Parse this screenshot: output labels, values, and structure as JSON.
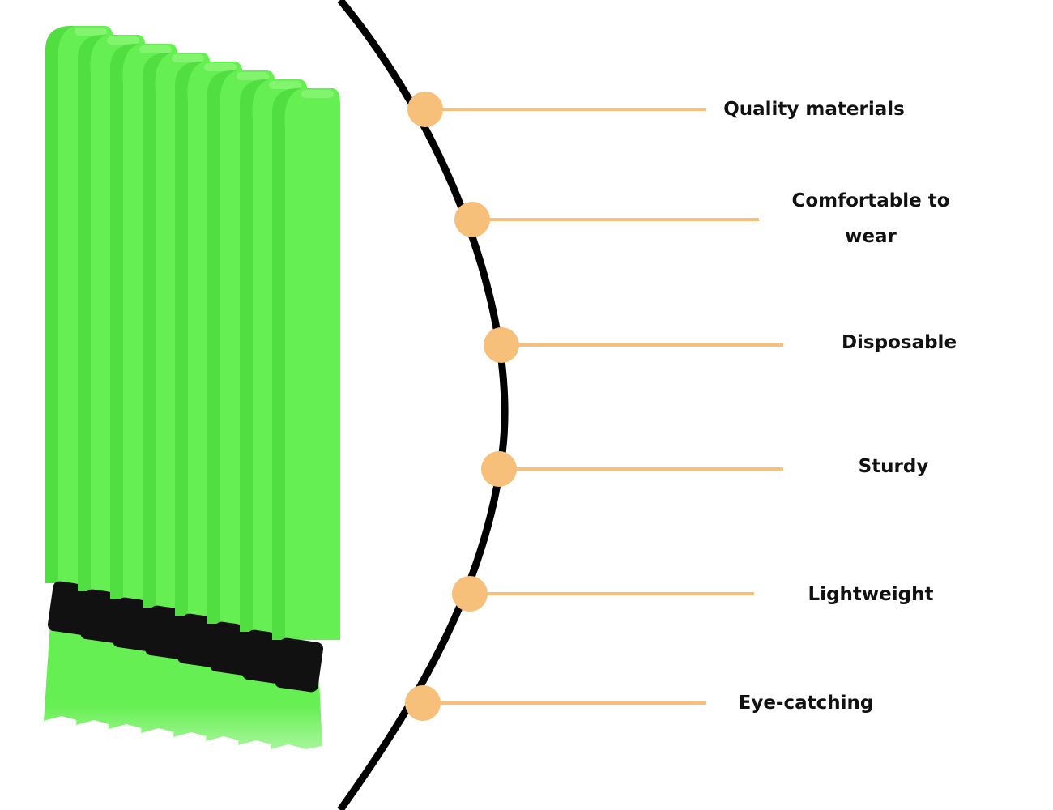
{
  "colors": {
    "band": "#66ef52",
    "band_highlight": "#8ef77a",
    "band_shadow": "#3fcf32",
    "clip": "#111111",
    "arc": "#000000",
    "connector": "#f7c07a",
    "text": "#111111"
  },
  "product": {
    "band_count": 8,
    "icon": "fabric-wristband-icon"
  },
  "features": [
    {
      "label": "Quality materials"
    },
    {
      "label": "Comfortable to wear"
    },
    {
      "label": "Disposable"
    },
    {
      "label": "Sturdy"
    },
    {
      "label": "Lightweight"
    },
    {
      "label": "Eye-catching"
    }
  ]
}
